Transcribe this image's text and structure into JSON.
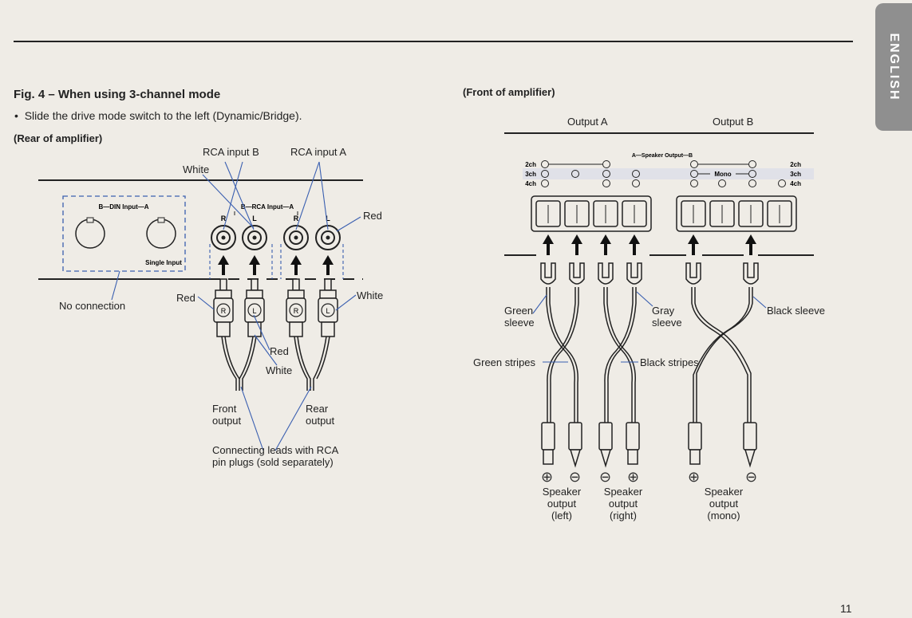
{
  "tab": "ENGLISH",
  "left": {
    "title": "Fig. 4 – When using 3-channel mode",
    "bullet": "Slide the drive mode switch to the left (Dynamic/Bridge).",
    "subtitle": "(Rear of amplifier)",
    "panel": {
      "din_label": "B—DIN Input—A",
      "single_label": "Single Input",
      "rca_label": "B—RCA Input—A",
      "jack_letters": [
        "R",
        "L",
        "R",
        "L"
      ],
      "plug_letters": [
        "R",
        "L",
        "R",
        "L"
      ]
    },
    "callouts": {
      "rca_b": "RCA input B",
      "rca_a": "RCA input A",
      "white_top": "White",
      "red_right": "Red",
      "no_connection": "No connection",
      "red_left": "Red",
      "white_right": "White",
      "red_mid": "Red",
      "white_mid": "White",
      "front_output": [
        "Front",
        "output"
      ],
      "rear_output": [
        "Rear",
        "output"
      ],
      "leads": [
        "Connecting leads with RCA",
        "pin plugs (sold separately)"
      ]
    }
  },
  "right": {
    "subtitle": "(Front of amplifier)",
    "output_a": "Output A",
    "output_b": "Output B",
    "terminal_header": "A—Speaker Output—B",
    "rows_left": [
      "2ch",
      "3ch",
      "4ch"
    ],
    "rows_right": [
      "2ch",
      "3ch",
      "4ch"
    ],
    "mono": "Mono",
    "callouts": {
      "green_sleeve": [
        "Green",
        "sleeve"
      ],
      "gray_sleeve": [
        "Gray",
        "sleeve"
      ],
      "black_sleeve": "Black sleeve",
      "green_stripes": "Green stripes",
      "black_stripes": "Black stripes"
    },
    "polarity": [
      "⊕",
      "⊖",
      "⊖",
      "⊕",
      "⊕",
      "⊖"
    ],
    "speaker_left": [
      "Speaker",
      "output",
      "(left)"
    ],
    "speaker_right": [
      "Speaker",
      "output",
      "(right)"
    ],
    "speaker_mono": [
      "Speaker",
      "output",
      "(mono)"
    ]
  },
  "page_number": "11"
}
